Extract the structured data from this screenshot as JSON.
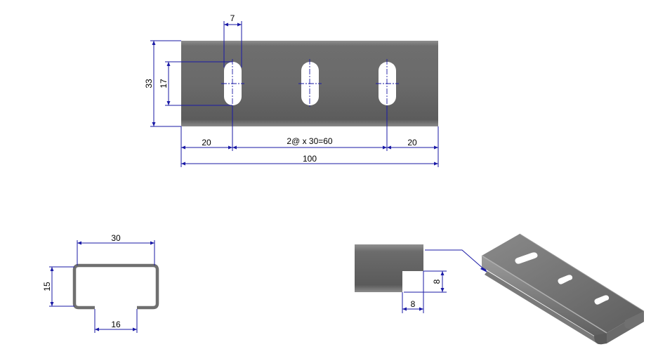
{
  "colors": {
    "dimension_line": "#1a1aa6",
    "metal_dark": "#555555",
    "metal_mid": "#7a7a7a",
    "metal_light": "#9a9a9a",
    "background": "#ffffff"
  },
  "front_view": {
    "dim_slot_width": "7",
    "dim_height_total": "33",
    "dim_slot_length": "17",
    "dim_edge_left": "20",
    "dim_slot_spacing": "2@ x 30=60",
    "dim_edge_right": "20",
    "dim_length_total": "100"
  },
  "section_view": {
    "dim_width": "30",
    "dim_height": "15",
    "dim_opening": "16"
  },
  "detail_view": {
    "dim_notch_height": "8",
    "dim_notch_width": "8"
  }
}
